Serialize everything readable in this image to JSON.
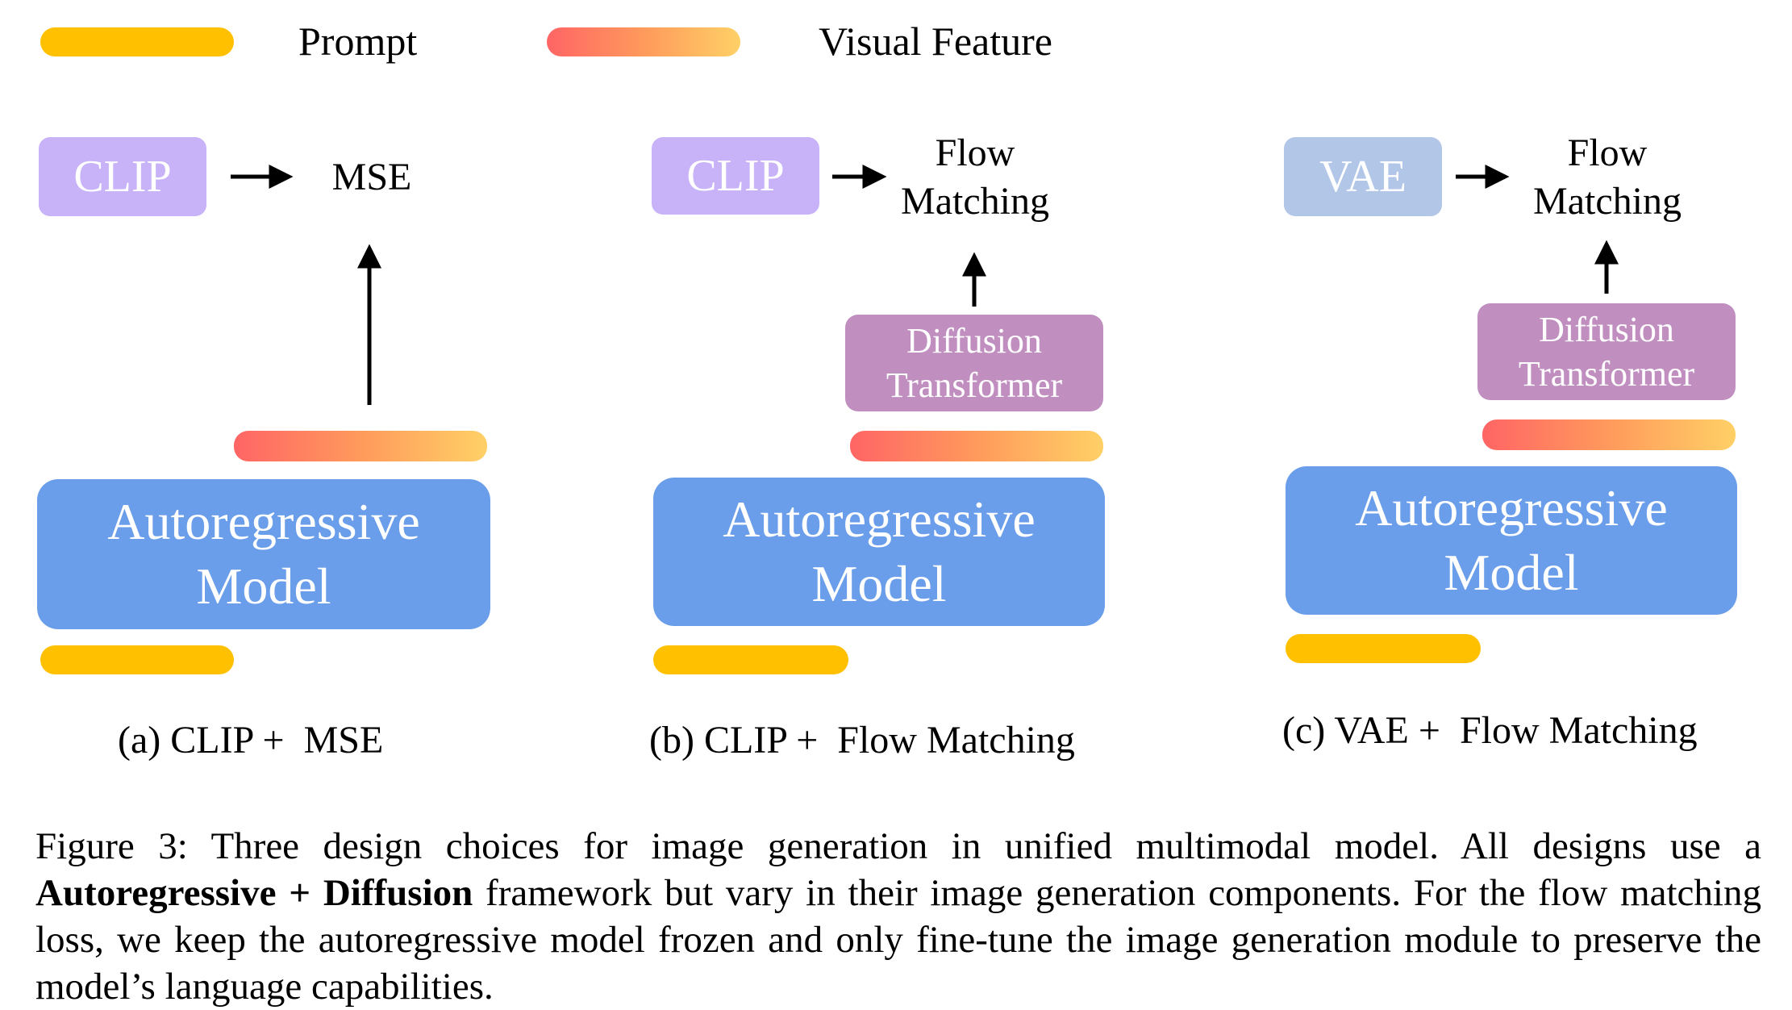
{
  "legend": {
    "prompt_label": "Prompt",
    "visual_feature_label": "Visual Feature",
    "colors": {
      "prompt": "#FFC000",
      "visual_feature_gradient": [
        "#FF6565",
        "#FF9A5C",
        "#FFD066"
      ]
    }
  },
  "panels": [
    {
      "encoder": "CLIP",
      "target": "MSE",
      "has_diffusion": false,
      "model": {
        "line1": "Autoregressive",
        "line2": "Model"
      },
      "caption": "(a) CLIP +  MSE"
    },
    {
      "encoder": "CLIP",
      "target": {
        "line1": "Flow",
        "line2": "Matching"
      },
      "has_diffusion": true,
      "diffusion": {
        "line1": "Diffusion",
        "line2": "Transformer"
      },
      "model": {
        "line1": "Autoregressive",
        "line2": "Model"
      },
      "caption": "(b) CLIP +  Flow Matching"
    },
    {
      "encoder": "VAE",
      "target": {
        "line1": "Flow",
        "line2": "Matching"
      },
      "has_diffusion": true,
      "diffusion": {
        "line1": "Diffusion",
        "line2": "Transformer"
      },
      "model": {
        "line1": "Autoregressive",
        "line2": "Model"
      },
      "caption": "(c) VAE +  Flow Matching"
    }
  ],
  "colors": {
    "clip_box": "#C8B2F8",
    "vae_box": "#B2C6E8",
    "diffusion_box": "#C08FC0",
    "model_box": "#6B9EEA"
  },
  "figure_caption": {
    "prefix": "Figure 3: Three design choices for image generation in unified multimodal model. All designs use a ",
    "bold": "Autoregressive + Diffusion",
    "suffix": " framework but vary in their image generation components. For the flow matching loss, we keep the autoregressive model frozen and only fine-tune the image generation module to preserve the model’s language capabilities."
  }
}
